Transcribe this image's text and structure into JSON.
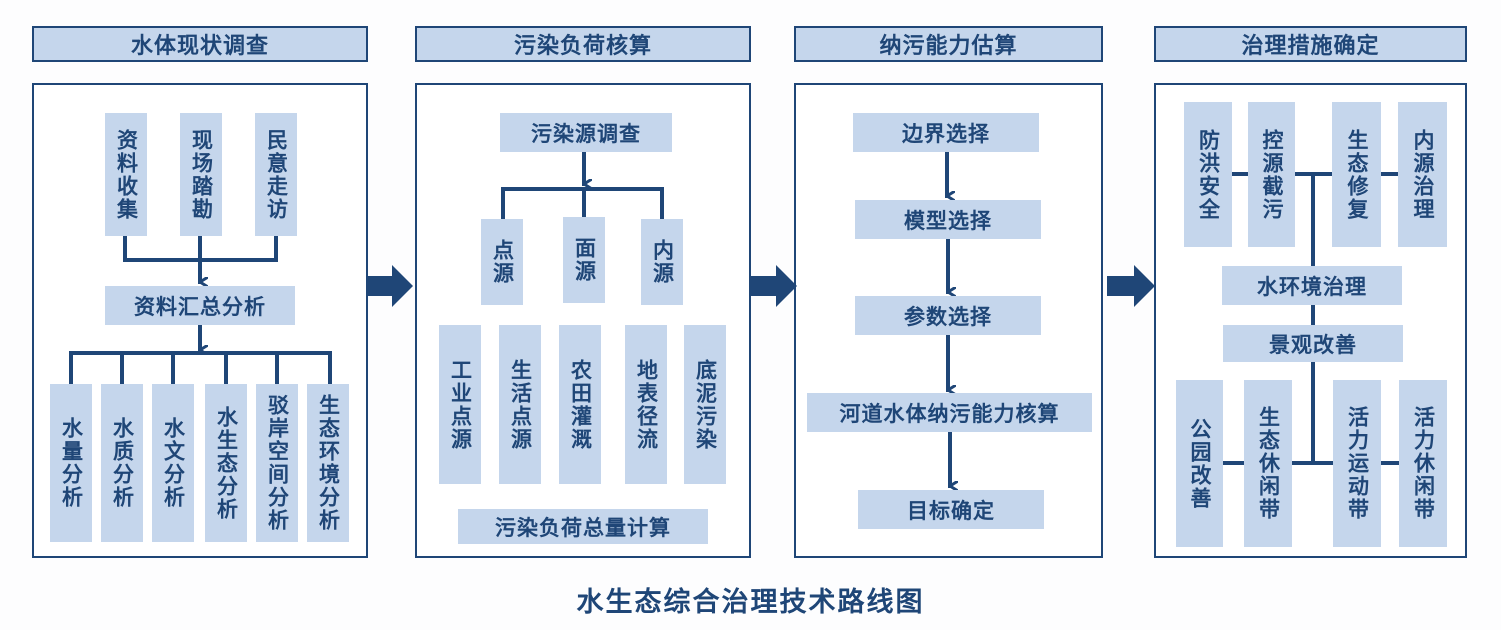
{
  "colors": {
    "primary": "#1f4677",
    "box_fill": "#c5d6ec",
    "background": "#fdfdfe"
  },
  "stages": [
    {
      "title": "水体现状调查",
      "inputs": [
        "资料收集",
        "现场踏勘",
        "民意走访"
      ],
      "summary": "资料汇总分析",
      "analyses": [
        "水量分析",
        "水质分析",
        "水文分析",
        "水生态分析",
        "驳岸空间分析",
        "生态环境分析"
      ]
    },
    {
      "title": "污染负荷核算",
      "survey": "污染源调查",
      "source_types": [
        "点源",
        "面源",
        "内源"
      ],
      "sources": [
        "工业点源",
        "生活点源",
        "农田灌溉",
        "地表径流",
        "底泥污染"
      ],
      "total": "污染负荷总量计算"
    },
    {
      "title": "纳污能力估算",
      "steps": [
        "边界选择",
        "模型选择",
        "参数选择",
        "河道水体纳污能力核算",
        "目标确定"
      ]
    },
    {
      "title": "治理措施确定",
      "water_measures": [
        "防洪安全",
        "控源截污",
        "生态修复",
        "内源治理"
      ],
      "water_center": "水环境治理",
      "landscape_center": "景观改善",
      "landscape_measures": [
        "公园改善",
        "生态休闲带",
        "活力运动带",
        "活力休闲带"
      ]
    }
  ],
  "caption": "水生态综合治理技术路线图"
}
